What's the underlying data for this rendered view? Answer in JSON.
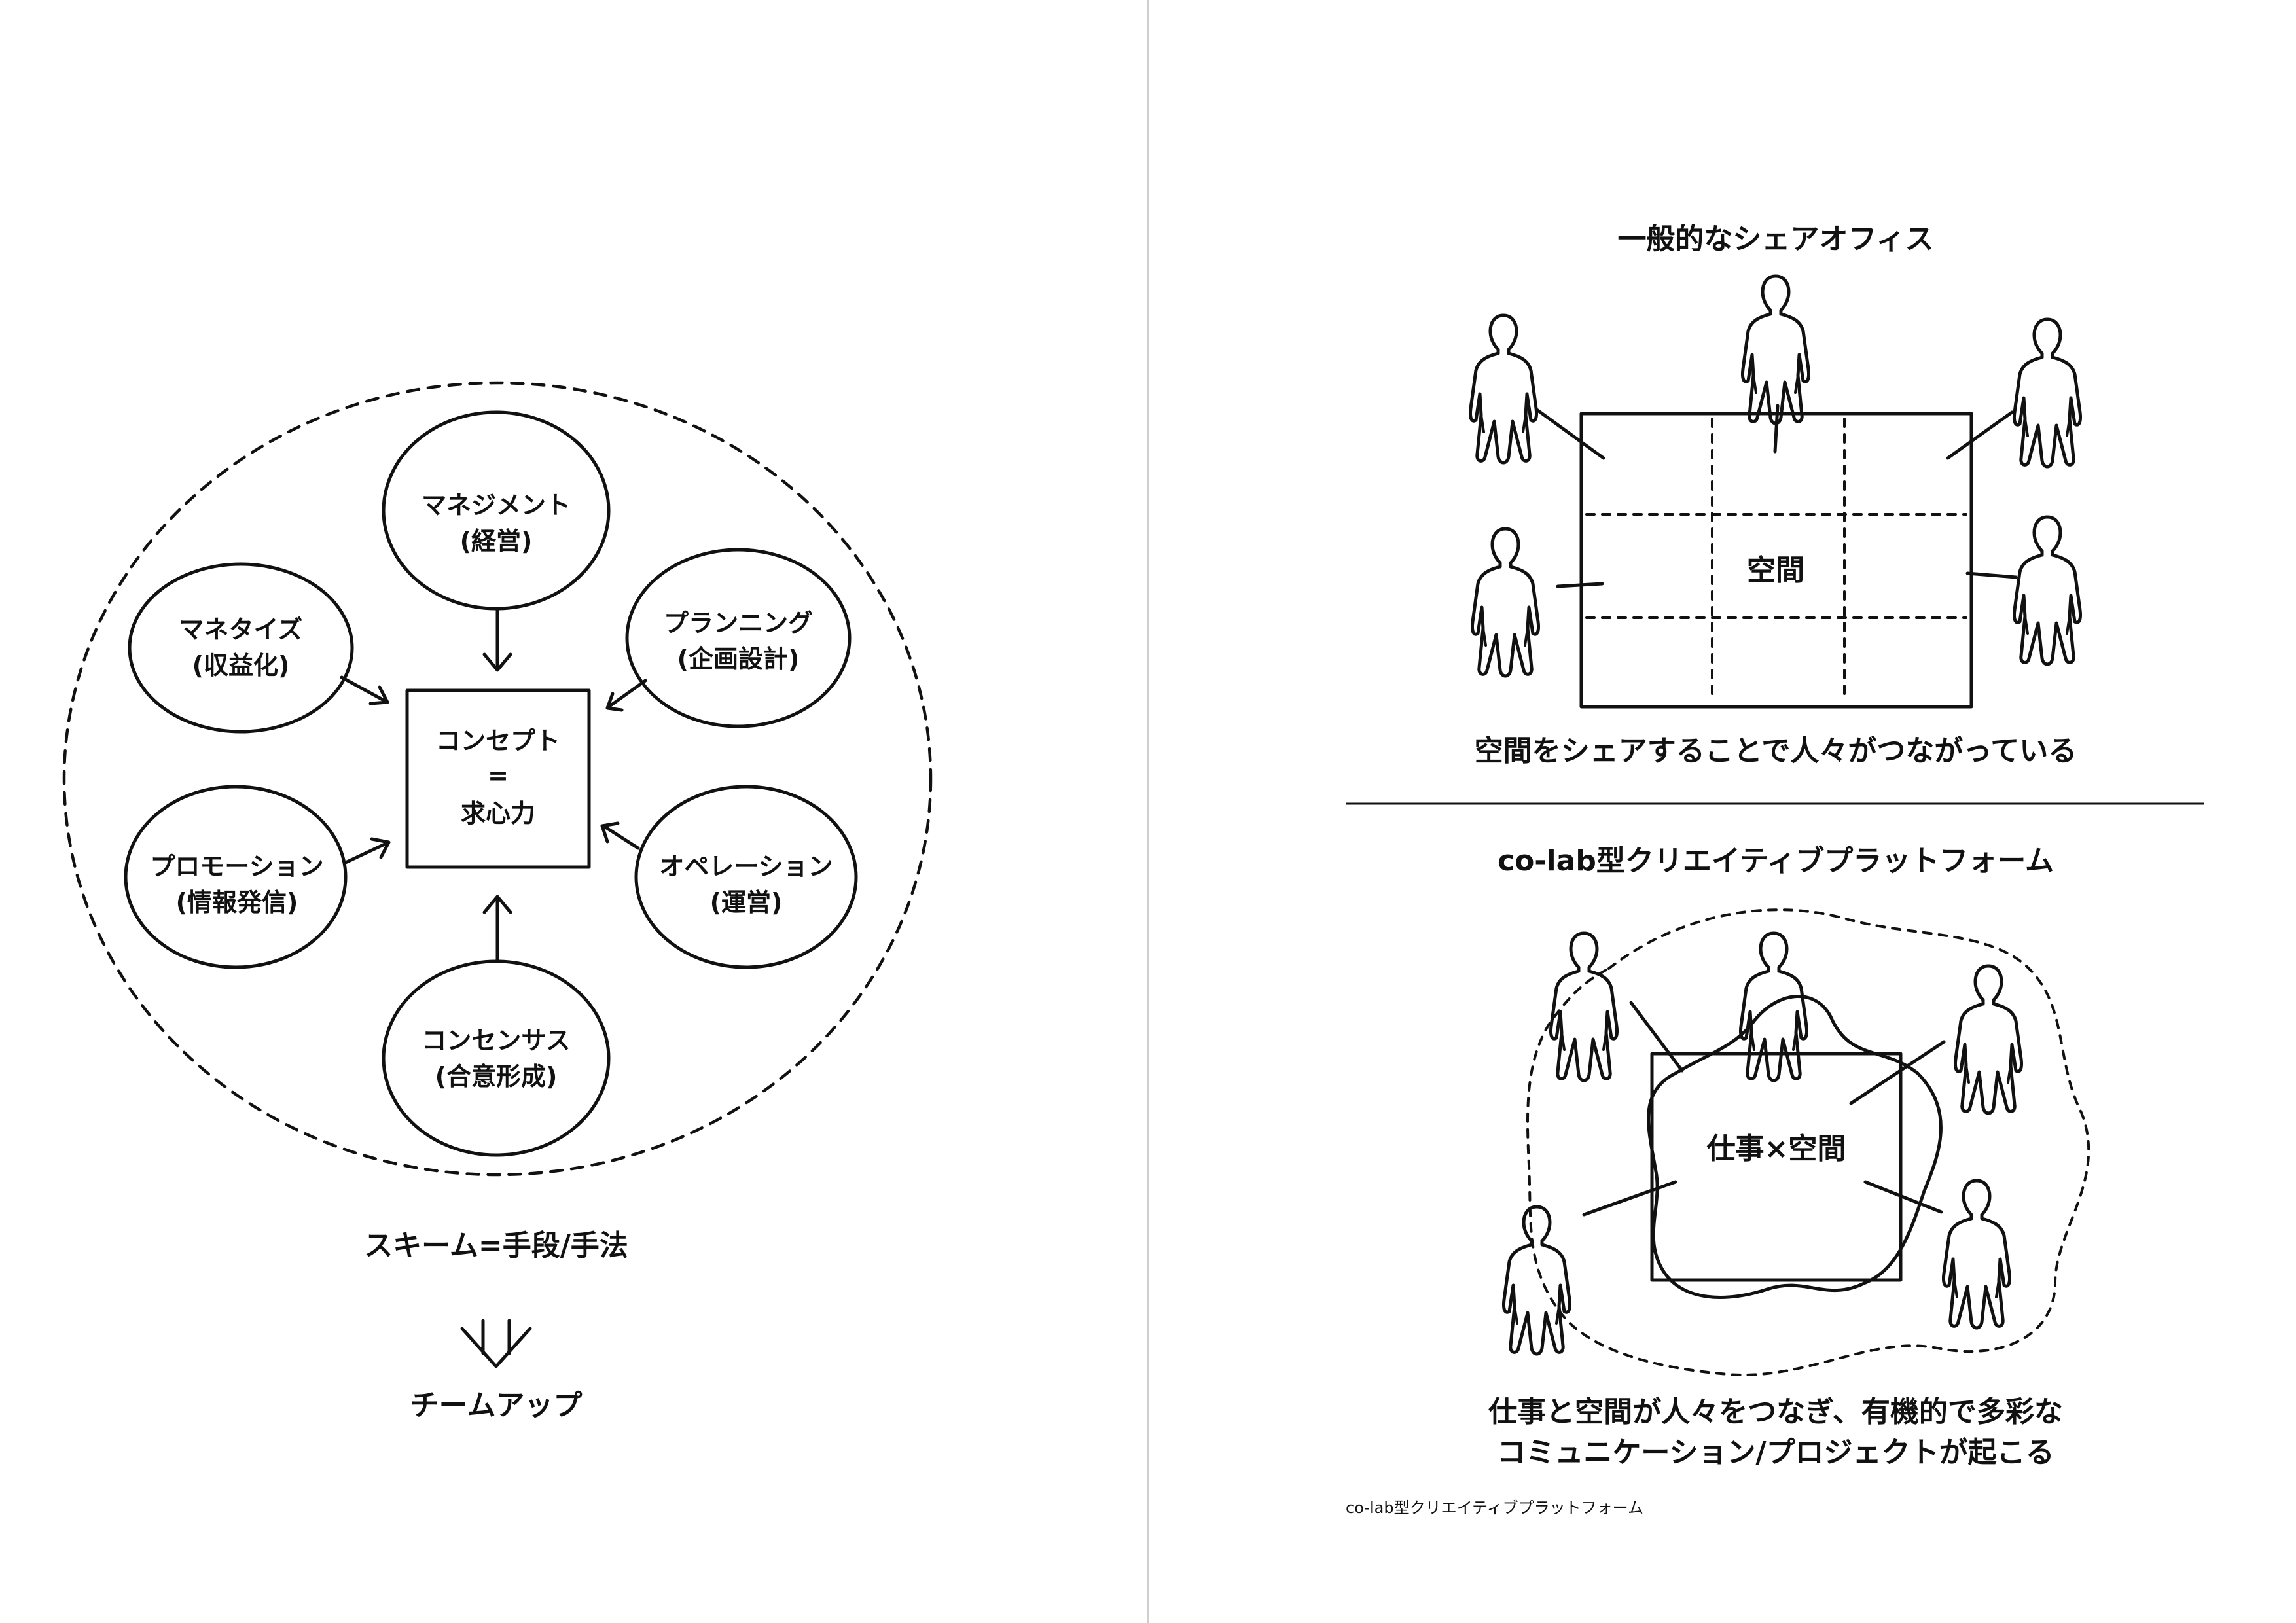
{
  "left_page": {
    "center": {
      "line1": "コンセプト",
      "line2": "=",
      "line3": "求心力"
    },
    "nodes": [
      {
        "id": "management",
        "label": "マネジメント",
        "sub": "(経営)"
      },
      {
        "id": "planning",
        "label": "プランニング",
        "sub": "(企画設計)"
      },
      {
        "id": "operation",
        "label": "オペレーション",
        "sub": "(運営)"
      },
      {
        "id": "consensus",
        "label": "コンセンサス",
        "sub": "(合意形成)"
      },
      {
        "id": "promotion",
        "label": "プロモーション",
        "sub": "(情報発信)"
      },
      {
        "id": "monetize",
        "label": "マネタイズ",
        "sub": "(収益化)"
      }
    ],
    "scheme_label": "スキーム=手段/手法",
    "result_label": "チームアップ"
  },
  "right_page": {
    "top": {
      "title": "一般的なシェアオフィス",
      "space_label": "空間",
      "caption": "空間をシェアすることで人々がつながっている"
    },
    "bottom": {
      "title": "co-lab型クリエイティブプラットフォーム",
      "center_label": "仕事×空間",
      "caption_line1": "仕事と空間が人々をつなぎ、有機的で多彩な",
      "caption_line2": "コミュニケーション/プロジェクトが起こる"
    },
    "footer_caption": "co-lab型クリエイティブプラットフォーム"
  }
}
